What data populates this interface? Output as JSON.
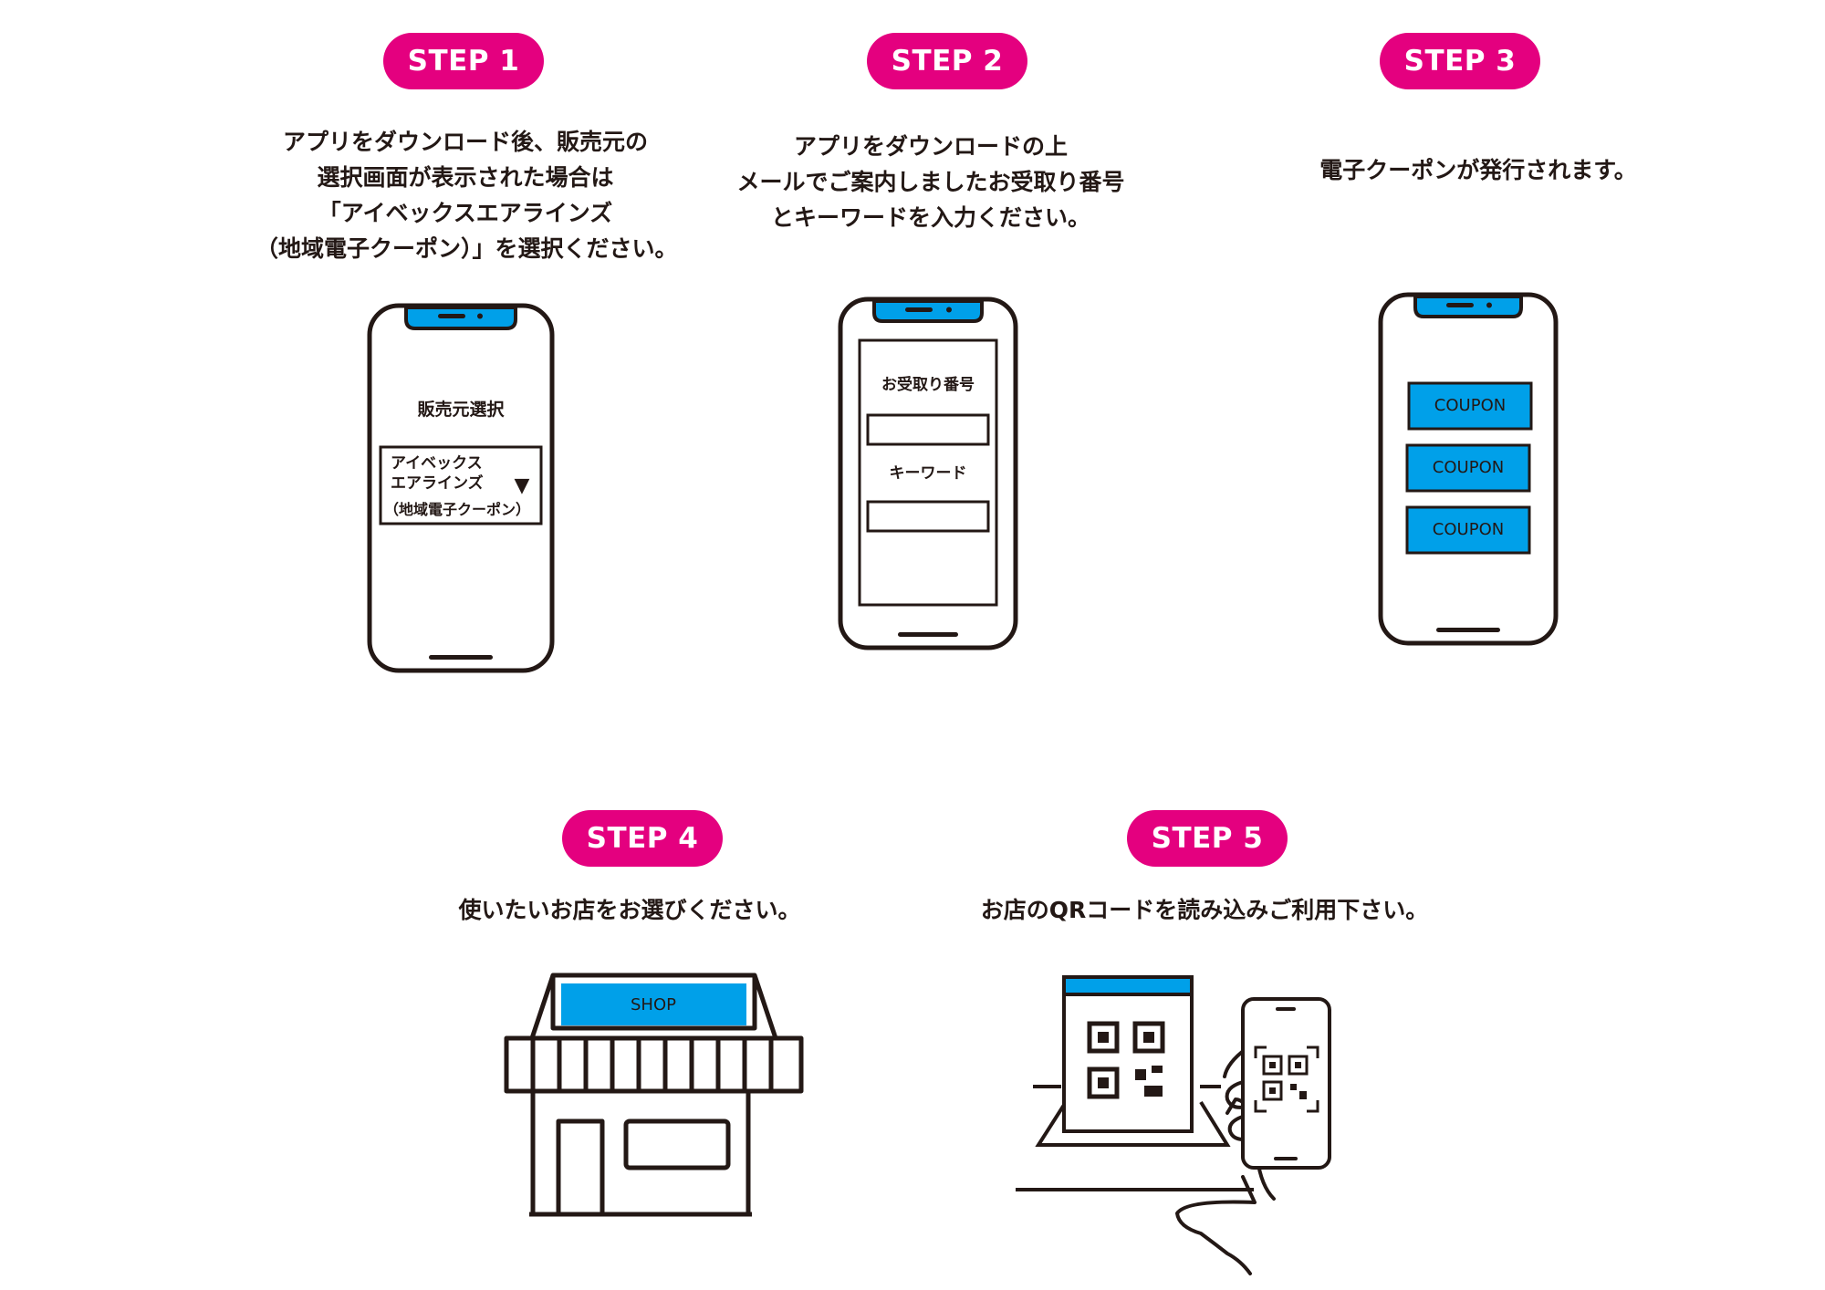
{
  "colors": {
    "accent": "#e4007f",
    "screen_blue": "#00a0e9",
    "line": "#231815"
  },
  "steps": [
    {
      "label": "STEP 1",
      "lines": [
        "アプリをダウンロード後、販売元の",
        "選択画面が表示された場合は",
        "「アイベックスエアラインズ",
        "（地域電子クーポン）」を選択ください。"
      ]
    },
    {
      "label": "STEP 2",
      "lines": [
        "アプリをダウンロードの上",
        "メールでご案内しましたお受取り番号",
        "とキーワードを入力ください。"
      ]
    },
    {
      "label": "STEP 3",
      "lines": [
        "電子クーポンが発行されます。"
      ]
    },
    {
      "label": "STEP 4",
      "lines": [
        "使いたいお店をお選びください。"
      ]
    },
    {
      "label": "STEP 5",
      "lines": [
        "お店のQRコードを読み込みご利用下さい。"
      ]
    }
  ],
  "phone1": {
    "title": "販売元選択",
    "select_lines": [
      "アイベックス",
      "エアラインズ",
      "（地域電子クーポン）"
    ],
    "arrow": "▼"
  },
  "phone2": {
    "field1_label": "お受取り番号",
    "field2_label": "キーワード"
  },
  "phone3": {
    "coupons": [
      "COUPON",
      "COUPON",
      "COUPON"
    ]
  },
  "shop": {
    "sign": "SHOP"
  },
  "icons": [
    "smartphone-icon",
    "shop-icon",
    "qr-code-icon",
    "hand-icon"
  ]
}
